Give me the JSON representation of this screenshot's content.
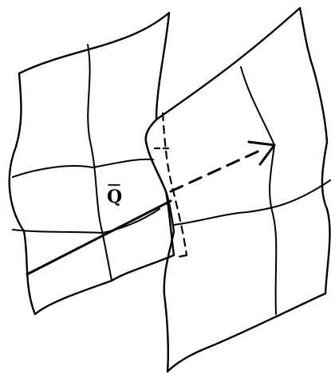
{
  "diagram": {
    "vector_label": "Q",
    "vector_overbar": true,
    "ink_color": "#000000",
    "background_color": "#ffffff",
    "elements": [
      "left-sheet",
      "right-sheet",
      "vector-q",
      "dashed-continuation"
    ]
  }
}
